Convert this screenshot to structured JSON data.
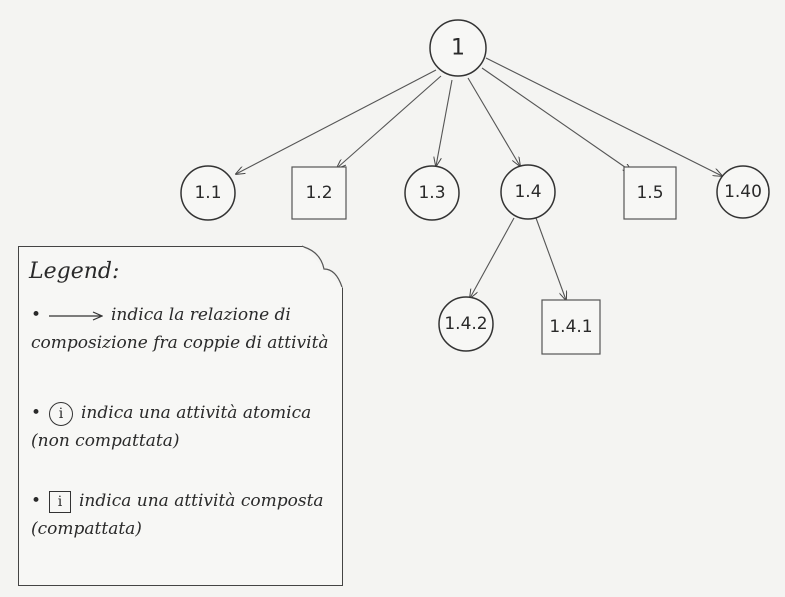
{
  "diagram": {
    "root": {
      "id": "1",
      "label": "1",
      "shape": "circle"
    },
    "nodes": [
      {
        "id": "1.1",
        "label": "1.1",
        "shape": "circle",
        "parent": "1"
      },
      {
        "id": "1.2",
        "label": "1.2",
        "shape": "square",
        "parent": "1"
      },
      {
        "id": "1.3",
        "label": "1.3",
        "shape": "circle",
        "parent": "1"
      },
      {
        "id": "1.4",
        "label": "1.4",
        "shape": "circle",
        "parent": "1"
      },
      {
        "id": "1.5",
        "label": "1.5",
        "shape": "square",
        "parent": "1"
      },
      {
        "id": "1.40",
        "label": "1.40",
        "shape": "circle",
        "parent": "1"
      },
      {
        "id": "1.4.2",
        "label": "1.4.2",
        "shape": "circle",
        "parent": "1.4"
      },
      {
        "id": "1.4.1",
        "label": "1.4.1",
        "shape": "square",
        "parent": "1.4"
      }
    ]
  },
  "legend": {
    "title": "Legend:",
    "items": [
      {
        "symbol": "arrow",
        "text": "indica la relazione di composizione fra coppie di attività"
      },
      {
        "symbol": "circle",
        "symbol_label": "i",
        "text": "indica una attività atomica (non compattata)"
      },
      {
        "symbol": "square",
        "symbol_label": "i",
        "text": "indica una attività composta (compattata)"
      }
    ]
  }
}
